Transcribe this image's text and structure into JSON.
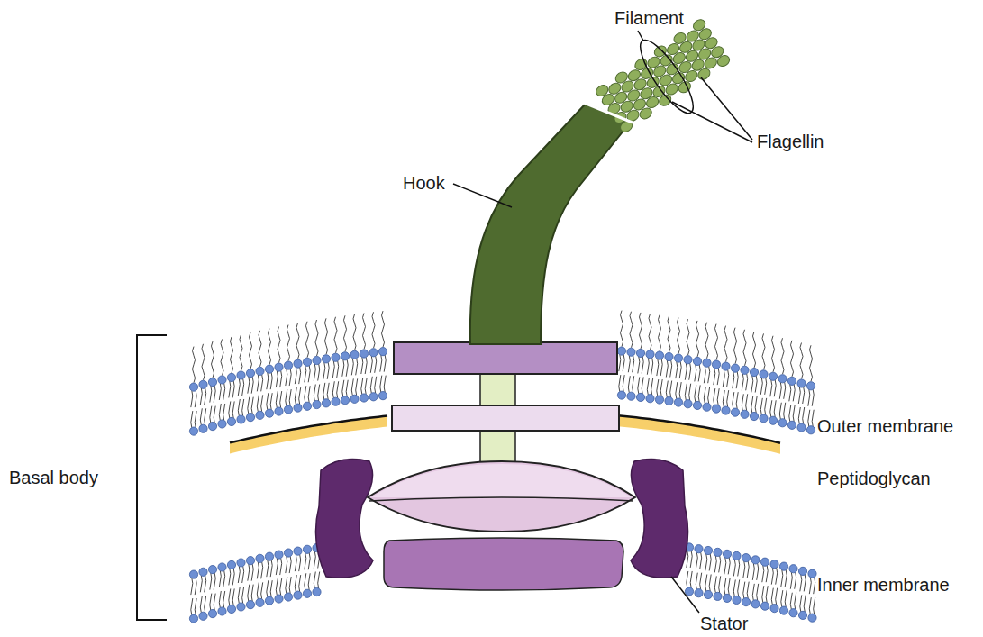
{
  "diagram": {
    "labels": [
      "Filament",
      "Flagellin",
      "Hook",
      "Outer membrane",
      "Basal body",
      "Peptidoglycan",
      "Inner membrane",
      "Stator"
    ]
  }
}
